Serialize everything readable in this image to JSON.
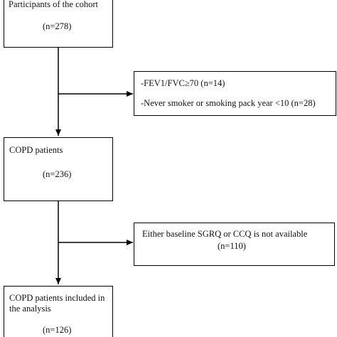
{
  "boxes": {
    "cohort": {
      "title": "Participants of the cohort",
      "count": "(n=278)"
    },
    "exclusion_1": {
      "line1": "-FEV1/FVC≥70 (n=14)",
      "line2": "-Never smoker or smoking pack year <10 (n=28)"
    },
    "copd": {
      "title": "COPD patients",
      "count": "(n=236)"
    },
    "exclusion_2": {
      "line1": "Either baseline SGRQ or CCQ is not available",
      "line2": "(n=110)"
    },
    "included": {
      "line1": "COPD patients included in",
      "line2": "the analysis",
      "count": "(n=126)"
    }
  }
}
